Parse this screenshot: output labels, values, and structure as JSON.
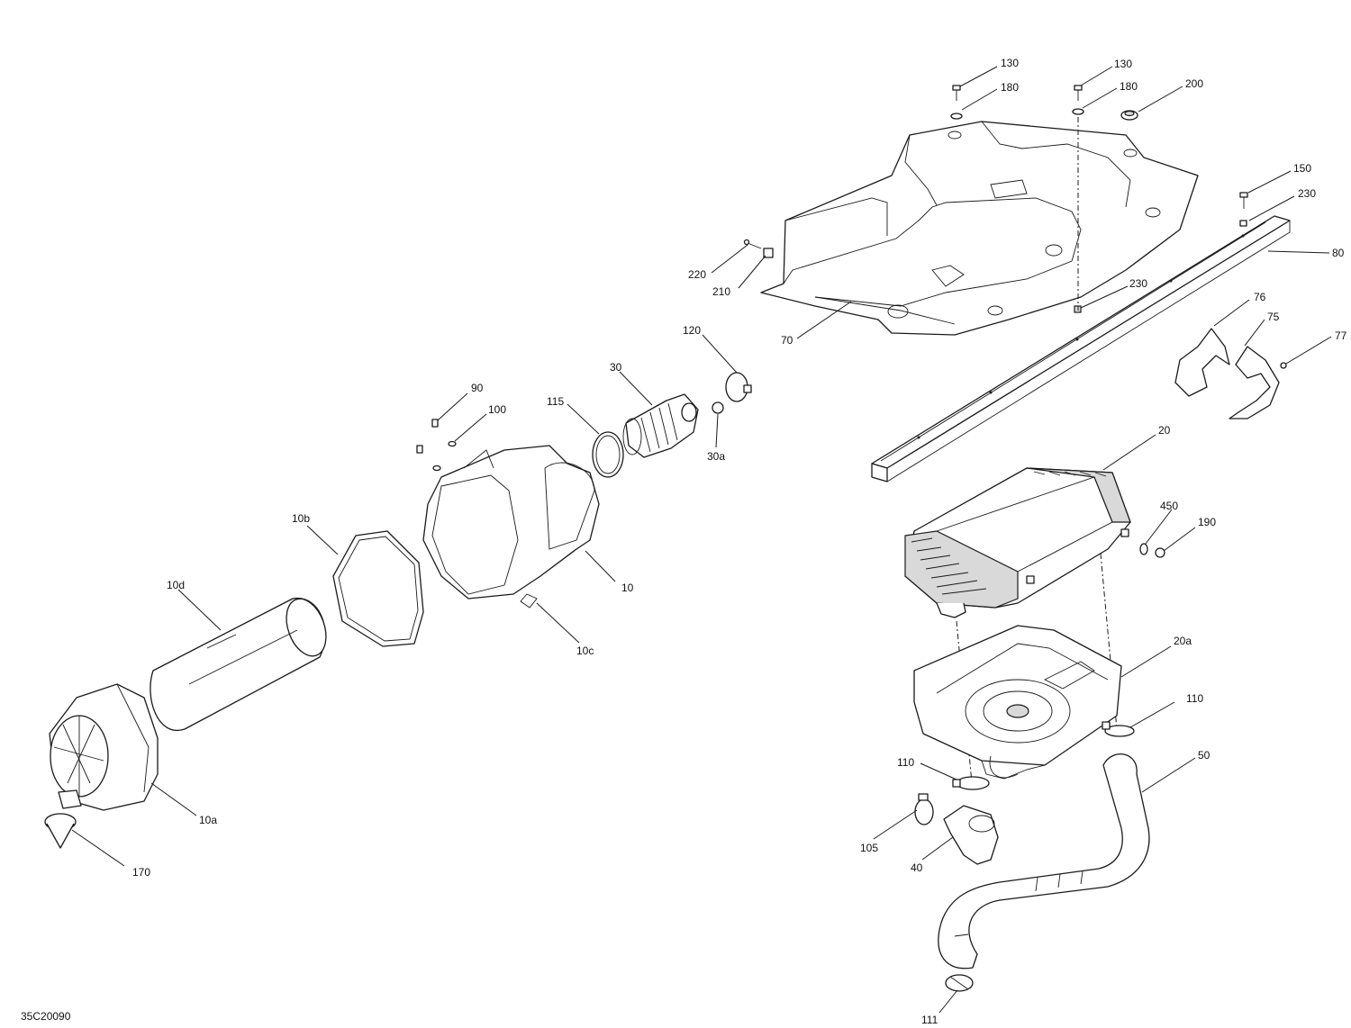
{
  "diagram": {
    "code": "35C20090",
    "callouts": {
      "c130a": "130",
      "c180a": "180",
      "c130b": "130",
      "c180b": "180",
      "c200": "200",
      "c150": "150",
      "c230a": "230",
      "c80": "80",
      "c220": "220",
      "c210": "210",
      "c70": "70",
      "c230b": "230",
      "c76": "76",
      "c75": "75",
      "c77": "77",
      "c120": "120",
      "c30": "30",
      "c115": "115",
      "c30a": "30a",
      "c90": "90",
      "c100": "100",
      "c20": "20",
      "c450": "450",
      "c190": "190",
      "c10b": "10b",
      "c10": "10",
      "c10d": "10d",
      "c10c": "10c",
      "c20a": "20a",
      "c110a": "110",
      "c10a": "10a",
      "c110b": "110",
      "c50": "50",
      "c105": "105",
      "c40": "40",
      "c170": "170",
      "c111": "111"
    }
  }
}
